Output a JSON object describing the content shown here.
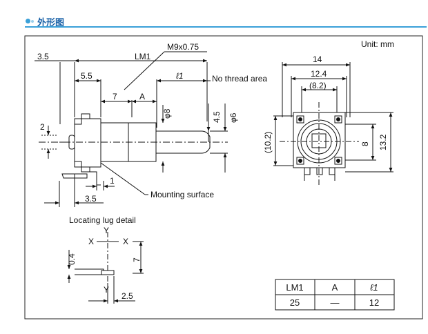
{
  "header": {
    "title": "外形图"
  },
  "unit": "Unit: mm",
  "side_view": {
    "dim_3_5_top": "3.5",
    "dim_lm1": "LM1",
    "dim_m9": "M9x0.75",
    "dim_5_5": "5.5",
    "dim_l1": "ℓ1",
    "no_thread": "No thread area",
    "dim_7": "7",
    "dim_a": "A",
    "dim_2": "2",
    "dim_phi8": "φ8",
    "dim_4_5": "4.5",
    "dim_phi6": "φ6",
    "dim_1": "1",
    "mounting_surface": "Mounting surface",
    "dim_3_5_bottom": "3.5"
  },
  "front_view": {
    "dim_14": "14",
    "dim_12_4": "12.4",
    "dim_8_2": "(8.2)",
    "dim_10_2": "(10.2)",
    "dim_8": "8",
    "dim_13_2": "13.2"
  },
  "lug_detail": {
    "title": "Locating lug detail",
    "y_top": "Y",
    "x_left": "X",
    "x_right": "X",
    "dim_0_4": "0.4",
    "dim_7": "7",
    "y_bottom": "Y",
    "dim_2_5": "2.5"
  },
  "table": {
    "headers": [
      "LM1",
      "A",
      "ℓ1"
    ],
    "row": [
      "25",
      "—",
      "12"
    ]
  }
}
